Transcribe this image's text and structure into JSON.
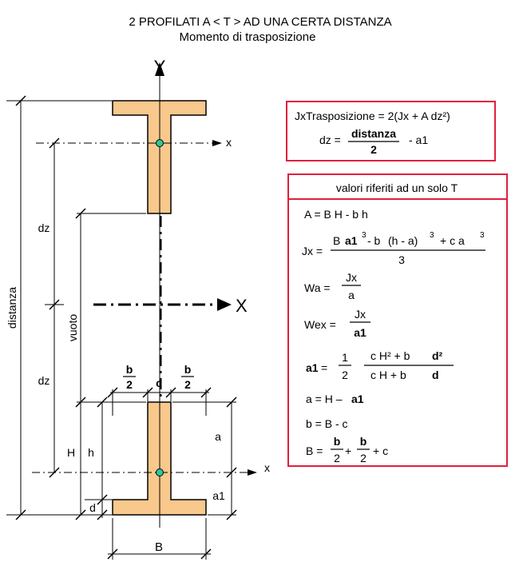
{
  "title": "2 PROFILATI A < T > AD UNA CERTA DISTANZA",
  "subtitle": "Momento di trasposizione",
  "axis": {
    "Y": "Y",
    "X": "X",
    "x": "x"
  },
  "dims": {
    "distanza": "distanza",
    "vuoto": "vuoto",
    "dz": "dz",
    "H": "H",
    "h": "h",
    "d": "d",
    "a": "a",
    "a1": "a1",
    "B": "B",
    "b": "b",
    "two": "2",
    "c": "c"
  },
  "colors": {
    "profile_fill": "#f8c88c",
    "box_border": "#e0203c",
    "centroid": "#28c8a0"
  },
  "box1": {
    "line1": "JxTrasposizione = 2(Jx + A dz²)",
    "dz_lhs": "dz =",
    "dz_num": "distanza",
    "dz_den": "2",
    "dz_tail": "- a1"
  },
  "box2": {
    "heading": "valori riferiti ad un solo T",
    "area": "A = B H - b h",
    "jx_lhs": "Jx =",
    "jx_B": "B",
    "jx_a1": "a1",
    "jx_e1": "3",
    "jx_mid": "- b",
    "jx_paren": "(h - a)",
    "jx_e2": "3",
    "jx_tail": "+  c  a",
    "jx_e3": "3",
    "jx_den": "3",
    "wa_lhs": "Wa =",
    "wa_num": "Jx",
    "wa_den": "a",
    "wex_lhs": "Wex =",
    "wex_num": "Jx",
    "wex_den": "a1",
    "a1_lhs": "a1",
    "a1_eq": "=",
    "a1_one": "1",
    "a1_two": "2",
    "a1_num1": "c  H² + b",
    "a1_num2": "d²",
    "a1_den1": "c  H  + b",
    "a1_den2": "d",
    "a_eq1": "a = H –",
    "a_eq2": "a1",
    "b_eq": "b = B - c",
    "B_lhs": "B =",
    "B_b1": "b",
    "B_21": "2",
    "B_plus": "+",
    "B_b2": "b",
    "B_22": "2",
    "B_tail": "+ c"
  }
}
